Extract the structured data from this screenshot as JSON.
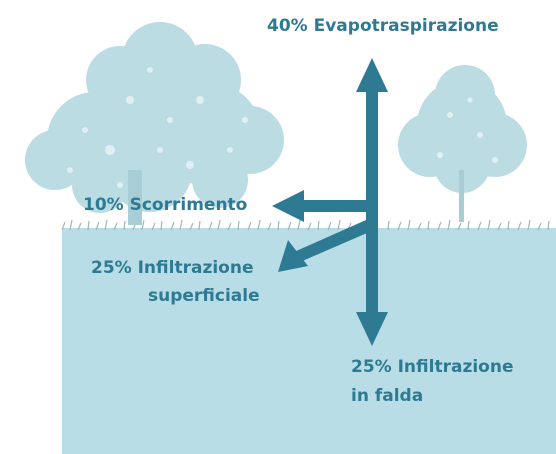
{
  "labels": {
    "evapotranspiration": "40% Evapotraspirazione",
    "runoff": "10% Scorrimento",
    "surface_infiltration": [
      "25% Infiltrazione",
      "superficiale"
    ],
    "deep_infiltration": [
      "25% Infiltrazione",
      "in falda"
    ]
  },
  "colors": {
    "arrow": "#2e7a93",
    "soil": "#b8dde6",
    "tree": "#bcdce4",
    "grass": "#9fb7bd",
    "text": "#2e7a93"
  }
}
